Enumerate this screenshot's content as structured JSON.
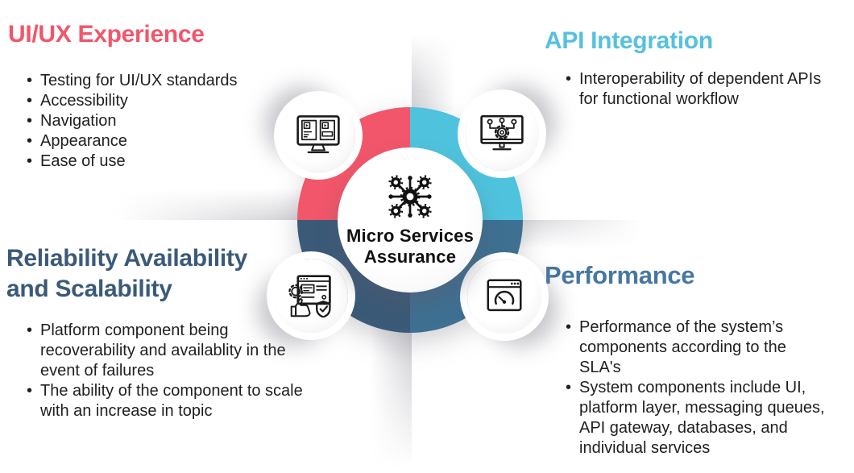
{
  "center": {
    "line1": "Micro Services",
    "line2": "Assurance",
    "icon": "microservices-hub-icon"
  },
  "quadrants": {
    "ui_ux": {
      "title": "UI/UX Experience",
      "title_color": "#F2566A",
      "icon": "uiux-monitor-icon",
      "items": [
        "Testing for UI/UX standards",
        "Accessibility",
        "Navigation",
        "Appearance",
        "Ease of use"
      ]
    },
    "api": {
      "title": "API Integration",
      "title_color": "#56C0DF",
      "icon": "api-monitor-gear-icon",
      "items": [
        "Interoperability of dependent APIs for functional workflow"
      ]
    },
    "reliability": {
      "title": "Reliability Availability and Scalability",
      "title_color": "#3A5A78",
      "icon": "reliability-shield-check-icon",
      "items": [
        "Platform component being recoverability and availablity in the event of failures",
        "The ability of the component to scale with an increase in topic"
      ]
    },
    "performance": {
      "title": "Performance",
      "title_color": "#4577A3",
      "icon": "performance-gauge-icon",
      "items": [
        "Performance of the system’s components according to the SLA's",
        "System components include UI, platform layer, messaging queues, API gateway, databases, and individual services"
      ]
    }
  },
  "colors": {
    "ring_red": "#F2566A",
    "ring_light_blue": "#4FC3DD",
    "ring_navy": "#3A5A78",
    "ring_steel_blue": "#3E7092",
    "body_text": "#1F1F1F",
    "background": "#FFFFFF"
  }
}
